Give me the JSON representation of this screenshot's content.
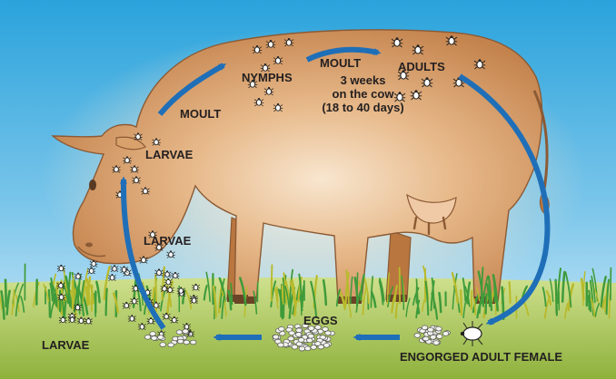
{
  "diagram": {
    "stages": {
      "larvae_ground": "LARVAE",
      "larvae_climbing": "LARVAE",
      "larvae_on_cow": "LARVAE",
      "moult_1": "MOULT",
      "nymphs": "NYMPHS",
      "moult_2": "MOULT",
      "adults": "ADULTS",
      "eggs": "EGGS",
      "engorged_female": "ENGORGED ADULT FEMALE"
    },
    "duration": {
      "line1": "3 weeks",
      "line2": "on the cow",
      "line3": "(18 to 40 days)"
    }
  },
  "colors": {
    "sky_top": "#2aa3dc",
    "sky_bottom": "#d8eef9",
    "glow": "#fff4e4",
    "ground_top": "#c6d97f",
    "ground_bottom": "#8eb13c",
    "cow_light": "#f3d7b4",
    "cow_dark": "#c4834d",
    "cow_outline": "#8c5a34",
    "arrow": "#1f6fb8",
    "grass_green": "#3f9b3a",
    "grass_yellow": "#b9ba2c",
    "text": "#231f20"
  }
}
